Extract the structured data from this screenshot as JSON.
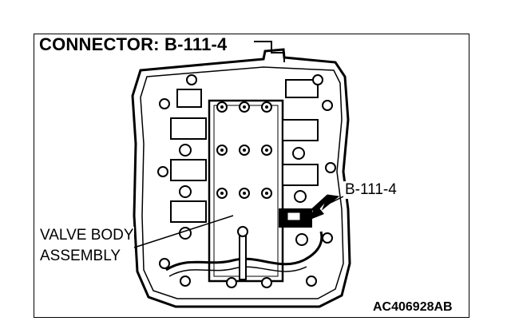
{
  "diagram": {
    "title": "CONNECTOR: B-111-4",
    "labels": {
      "valve_body_line1": "VALVE BODY",
      "valve_body_line2": "ASSEMBLY",
      "connector": "B-111-4"
    },
    "figure_code": "AC406928AB"
  }
}
